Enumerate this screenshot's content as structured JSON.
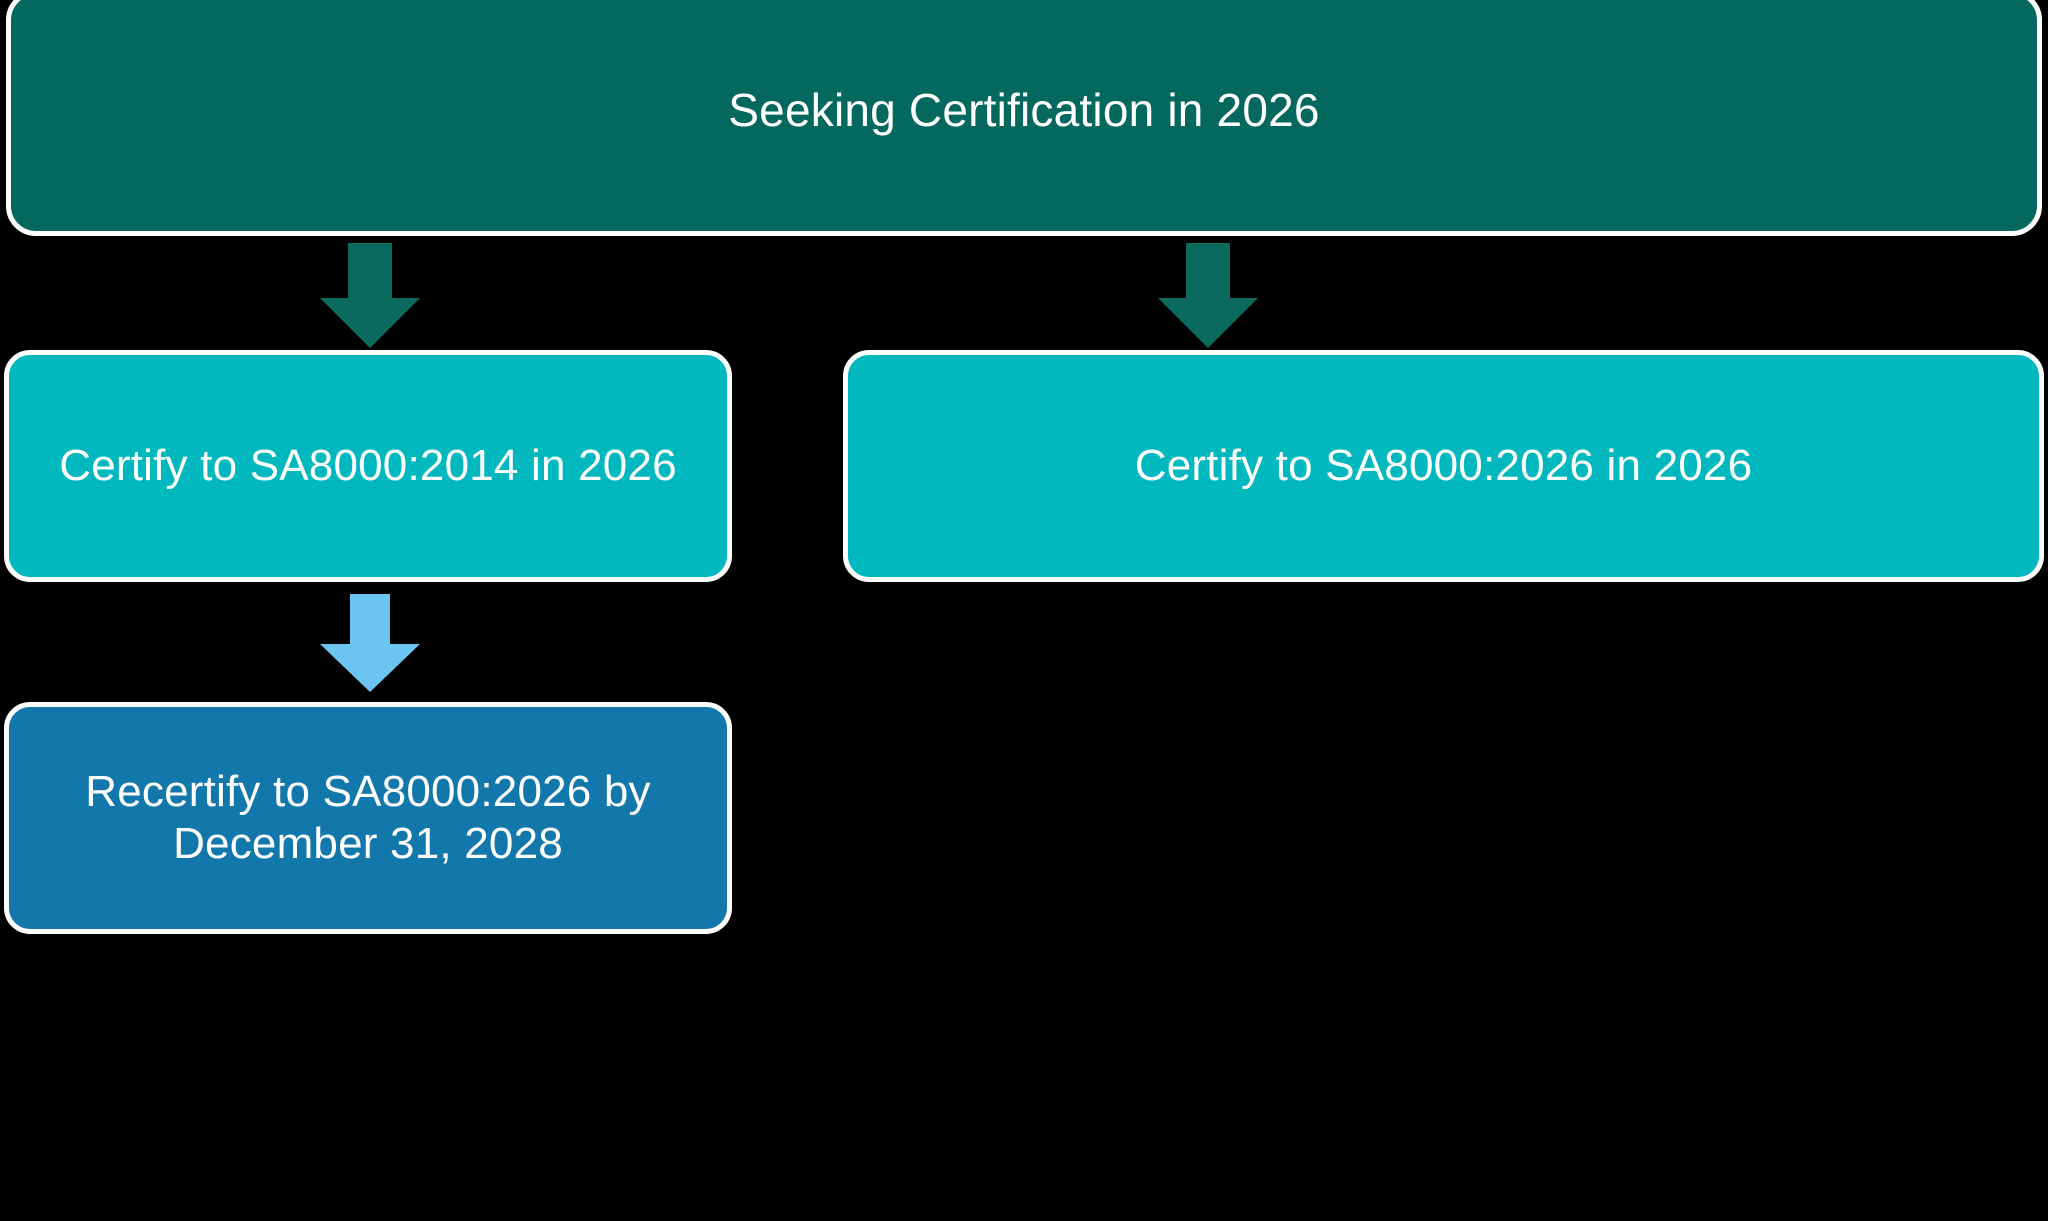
{
  "diagram": {
    "title": "Seeking Certification in 2026",
    "background_color": "#000000",
    "nodes": [
      {
        "id": "header",
        "label": "Seeking Certification in 2026",
        "color": "#05685e",
        "border_color": "#ffffff",
        "text_color": "#ffffff",
        "role": "start"
      },
      {
        "id": "certify_2014",
        "label": "Certify to SA8000:2014 in 2026",
        "color": "#00b8bd",
        "border_color": "#ffffff",
        "text_color": "#ffffff",
        "role": "option"
      },
      {
        "id": "certify_2026",
        "label": "Certify to SA8000:2026 in 2026",
        "color": "#00b8bd",
        "border_color": "#ffffff",
        "text_color": "#ffffff",
        "role": "option"
      },
      {
        "id": "recertify",
        "label": "Recertify to SA8000:2026 by\nDecember 31, 2028",
        "color": "#1277ab",
        "border_color": "#ffffff",
        "text_color": "#ffffff",
        "role": "outcome"
      }
    ],
    "arrows": [
      {
        "id": "header-to-certify-2014",
        "from": "header",
        "to": "certify_2014",
        "color": "#0b6b5f",
        "direction": "down"
      },
      {
        "id": "header-to-certify-2026",
        "from": "header",
        "to": "certify_2026",
        "color": "#0b6b5f",
        "direction": "down"
      },
      {
        "id": "certify-2014-to-recertify",
        "from": "certify_2014",
        "to": "recertify",
        "color": "#6cc5f0",
        "direction": "down"
      }
    ]
  }
}
